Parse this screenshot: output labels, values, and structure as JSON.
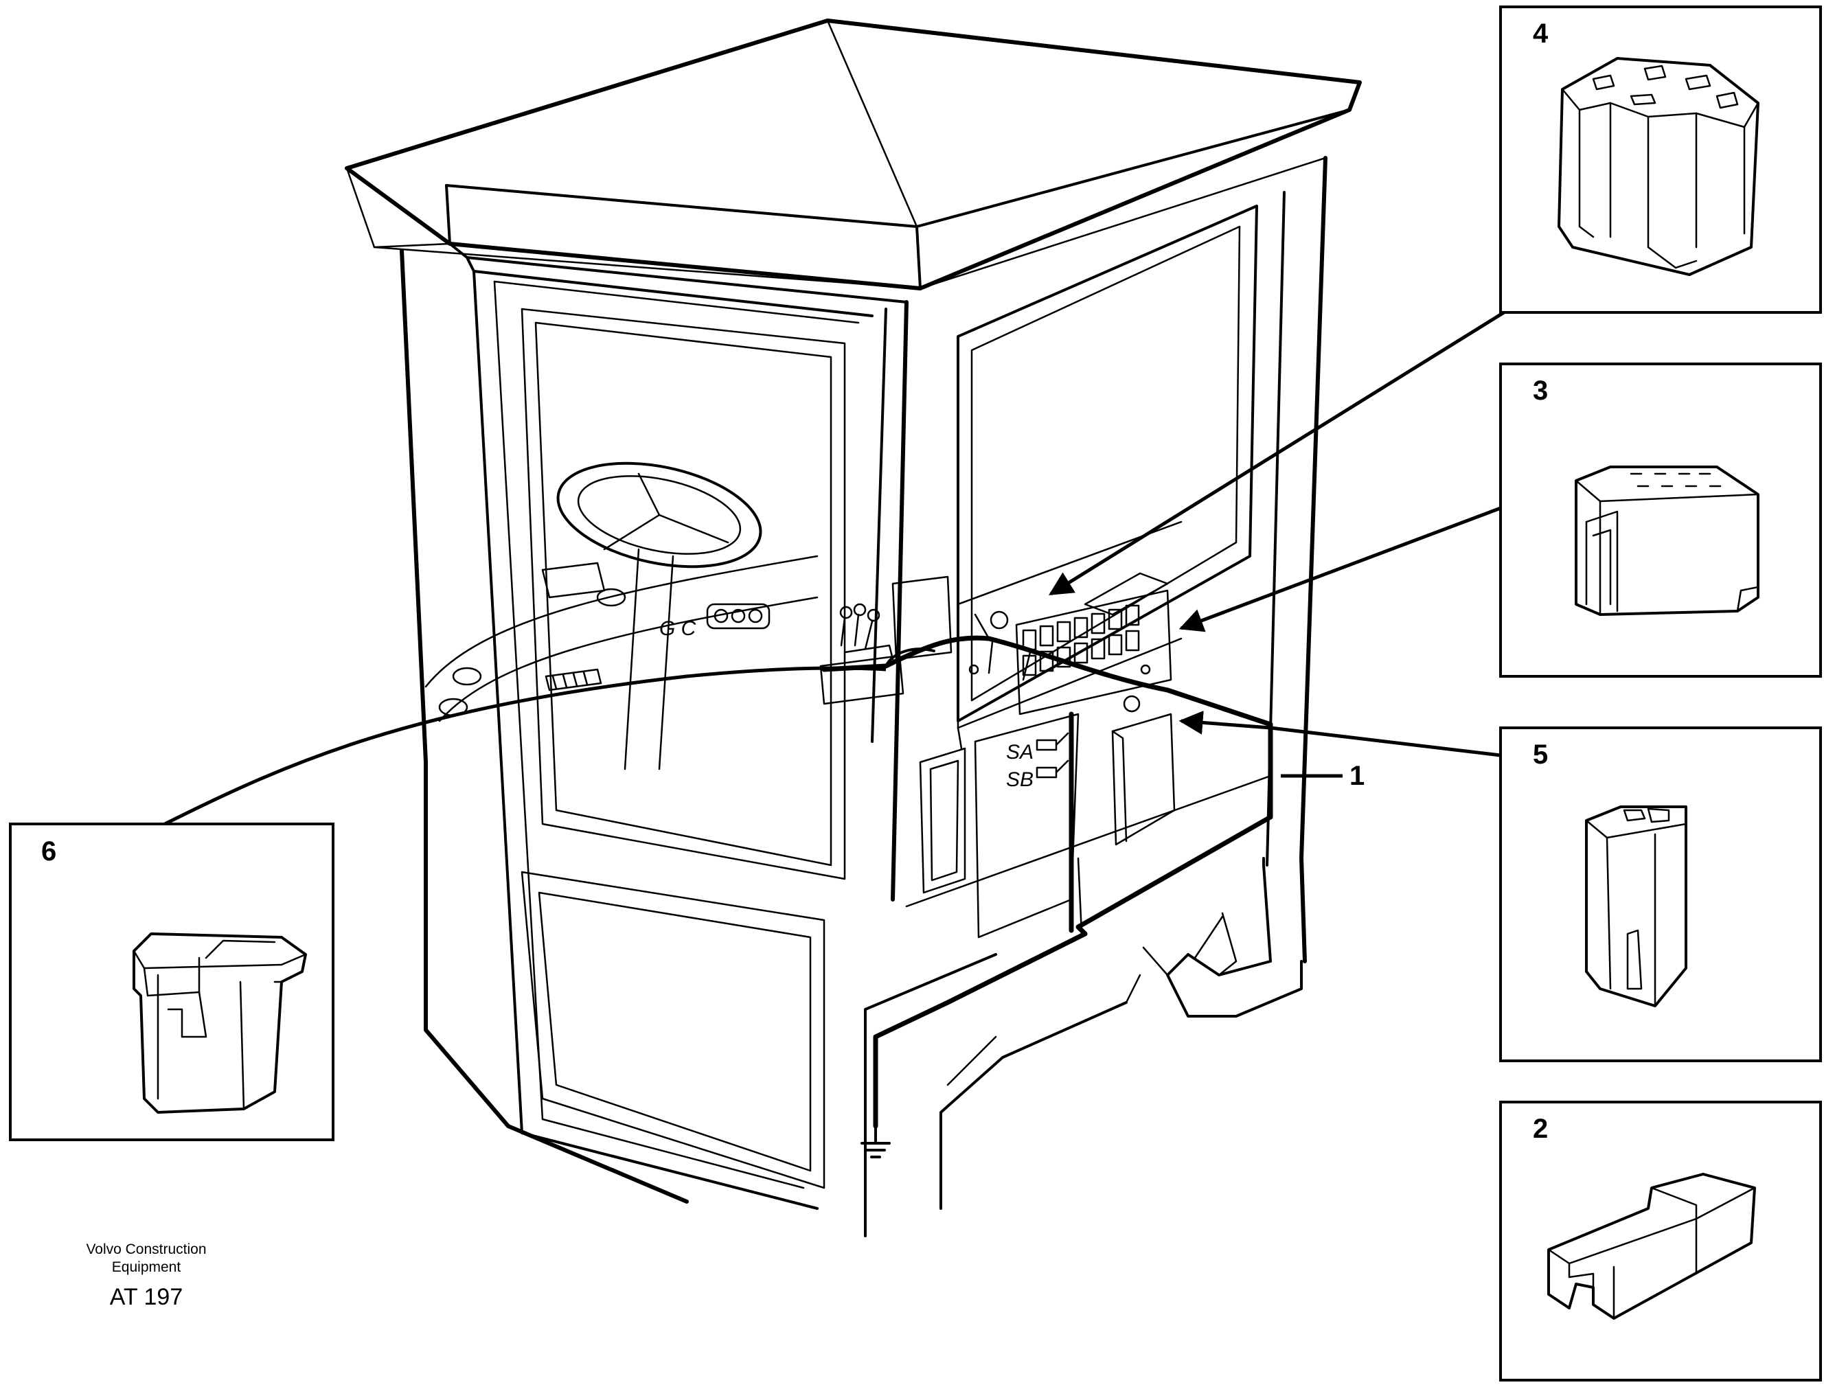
{
  "credit": {
    "line1": "Volvo Construction",
    "line2": "Equipment",
    "code": "AT 197"
  },
  "callouts": {
    "harness": "1",
    "detail_4": "4",
    "detail_3": "3",
    "detail_5": "5",
    "detail_2": "2",
    "detail_6": "6"
  },
  "panel_labels": {
    "sa": "SA",
    "sb": "SB"
  }
}
